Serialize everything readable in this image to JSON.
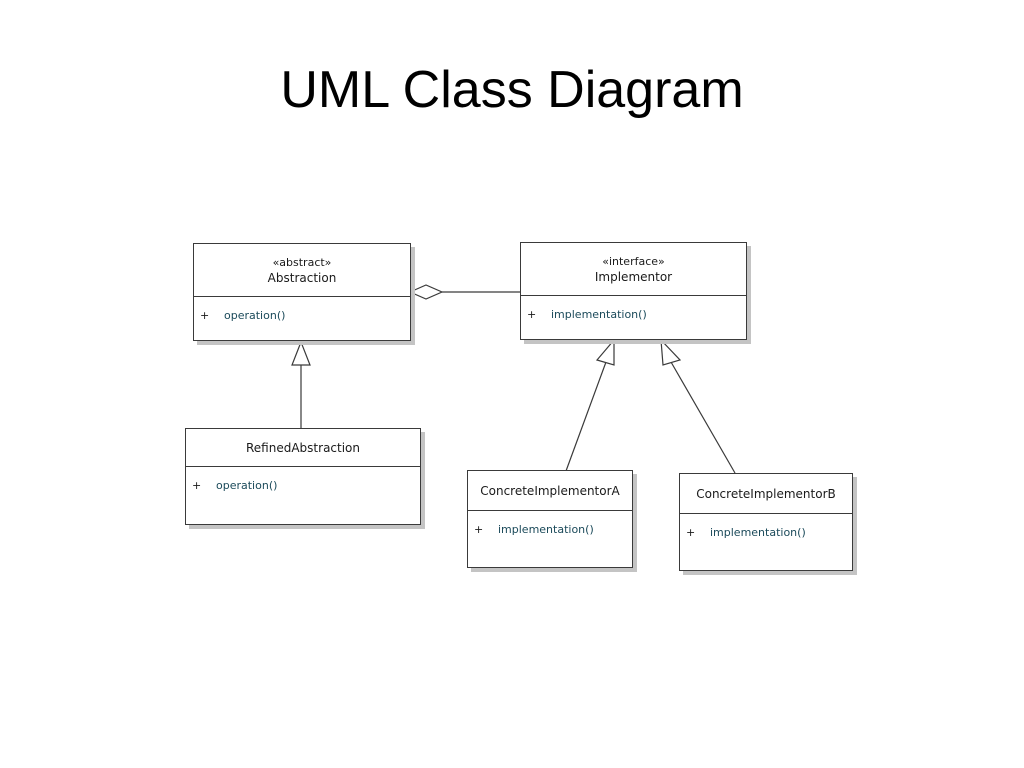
{
  "title": "UML Class Diagram",
  "colors": {
    "border": "#3a3a3a",
    "shadow": "#c4c4c4",
    "operation_text": "#1b4a5a"
  },
  "classes": {
    "abstraction": {
      "stereotype": "«abstract»",
      "name": "Abstraction",
      "operations": [
        {
          "visibility": "+",
          "name": "operation()"
        }
      ]
    },
    "implementor": {
      "stereotype": "«interface»",
      "name": "Implementor",
      "operations": [
        {
          "visibility": "+",
          "name": "implementation()"
        }
      ]
    },
    "refined_abstraction": {
      "name": "RefinedAbstraction",
      "operations": [
        {
          "visibility": "+",
          "name": "operation()"
        }
      ]
    },
    "concrete_implementor_a": {
      "name": "ConcreteImplementorA",
      "operations": [
        {
          "visibility": "+",
          "name": "implementation()"
        }
      ]
    },
    "concrete_implementor_b": {
      "name": "ConcreteImplementorB",
      "operations": [
        {
          "visibility": "+",
          "name": "implementation()"
        }
      ]
    }
  },
  "relationships": [
    {
      "type": "aggregation",
      "from": "Abstraction",
      "to": "Implementor"
    },
    {
      "type": "generalization",
      "from": "RefinedAbstraction",
      "to": "Abstraction"
    },
    {
      "type": "realization",
      "from": "ConcreteImplementorA",
      "to": "Implementor"
    },
    {
      "type": "realization",
      "from": "ConcreteImplementorB",
      "to": "Implementor"
    }
  ]
}
